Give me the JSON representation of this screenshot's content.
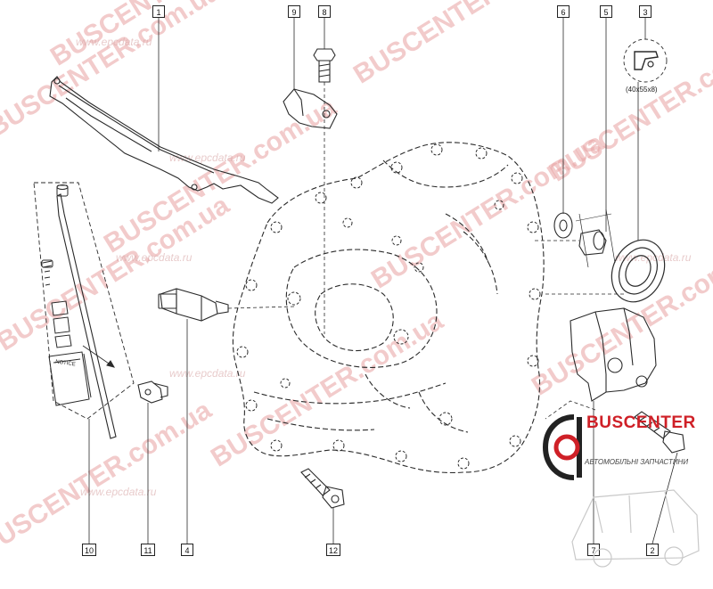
{
  "callouts": [
    {
      "id": "1",
      "label": "1"
    },
    {
      "id": "2",
      "label": "2"
    },
    {
      "id": "3",
      "label": "3"
    },
    {
      "id": "4",
      "label": "4"
    },
    {
      "id": "5",
      "label": "5"
    },
    {
      "id": "6",
      "label": "6"
    },
    {
      "id": "7",
      "label": "7"
    },
    {
      "id": "8",
      "label": "8"
    },
    {
      "id": "9",
      "label": "9"
    },
    {
      "id": "10",
      "label": "10"
    },
    {
      "id": "11",
      "label": "11"
    },
    {
      "id": "12",
      "label": "12"
    }
  ],
  "seal_dimension": "(40x55x8)",
  "notice_label": "NOTICE",
  "watermarks": {
    "brand": "BUSCENTER",
    "brand_domain": "BUSCENTER.com.ua",
    "site": "www.epcdata.ru"
  },
  "logo": {
    "title": "BUSCENTER",
    "subtitle": "АВТОМОБІЛЬНІ ЗАПЧАСТИНИ",
    "accent_color": "#cf2027"
  },
  "colors": {
    "line": "#2a2a2a",
    "watermark": "#e8a2a2"
  }
}
